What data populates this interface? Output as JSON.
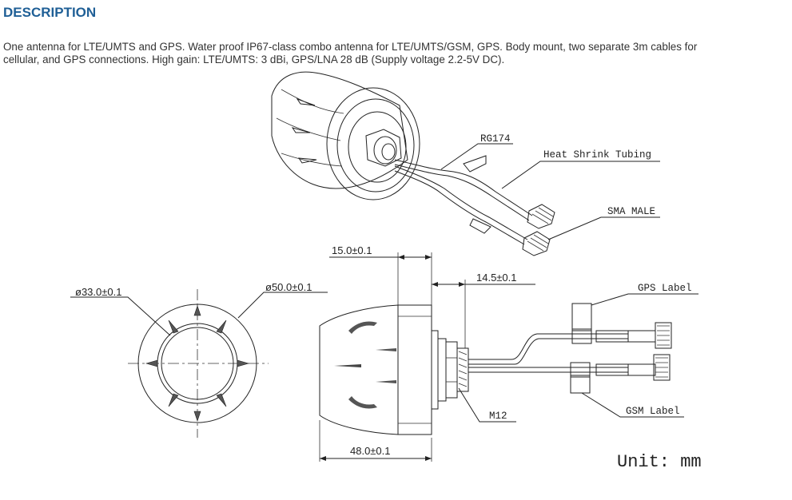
{
  "heading": "DESCRIPTION",
  "description_line1": "One antenna for LTE/UMTS and GPS. Water proof IP67-class combo antenna for LTE/UMTS/GSM, GPS. Body mount, two separate 3m cables for",
  "description_line2": "cellular, and GPS connections. High gain: LTE/UMTS: 3 dBi, GPS/LNA 28 dB (Supply voltage 2.2-5V DC).",
  "drawing": {
    "callouts": {
      "rg174": "RG174",
      "heat_shrink": "Heat Shrink Tubing",
      "sma_male": "SMA MALE",
      "gps_label": "GPS Label",
      "gsm_label": "GSM Label",
      "m12": "M12"
    },
    "dimensions": {
      "inner_diameter": "ø33.0±0.1",
      "outer_diameter": "ø50.0±0.1",
      "body_top": "15.0±0.1",
      "thread_length": "14.5±0.1",
      "overall_length": "48.0±0.1"
    },
    "unit": "Unit: mm"
  }
}
